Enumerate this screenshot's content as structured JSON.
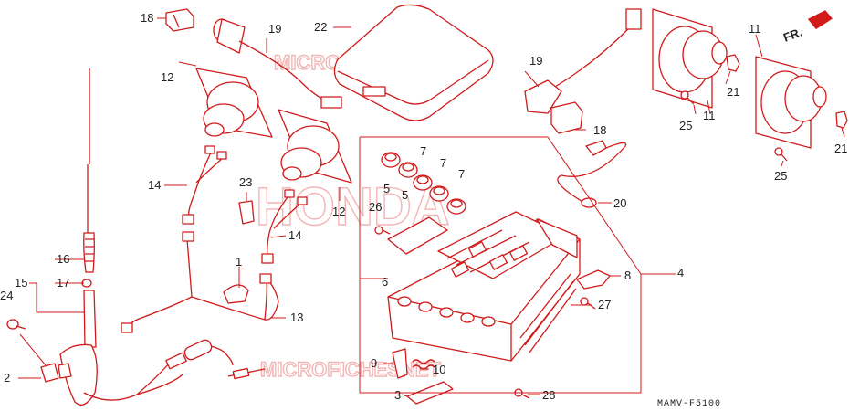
{
  "colors": {
    "line": "#d11a1a",
    "label": "#222222",
    "watermark": "#f3b6b6"
  },
  "watermark": {
    "brand": "HONDA",
    "site": "MICROFICHESNET"
  },
  "direction": {
    "label": "FR."
  },
  "diagram_code": "MAMV-F5100",
  "callouts": [
    "1",
    "2",
    "3",
    "4",
    "5",
    "5",
    "6",
    "7",
    "7",
    "7",
    "8",
    "9",
    "10",
    "11",
    "11",
    "12",
    "12",
    "13",
    "14",
    "14",
    "15",
    "16",
    "17",
    "18",
    "18",
    "19",
    "19",
    "20",
    "21",
    "21",
    "22",
    "23",
    "24",
    "25",
    "25",
    "26",
    "27",
    "28"
  ]
}
